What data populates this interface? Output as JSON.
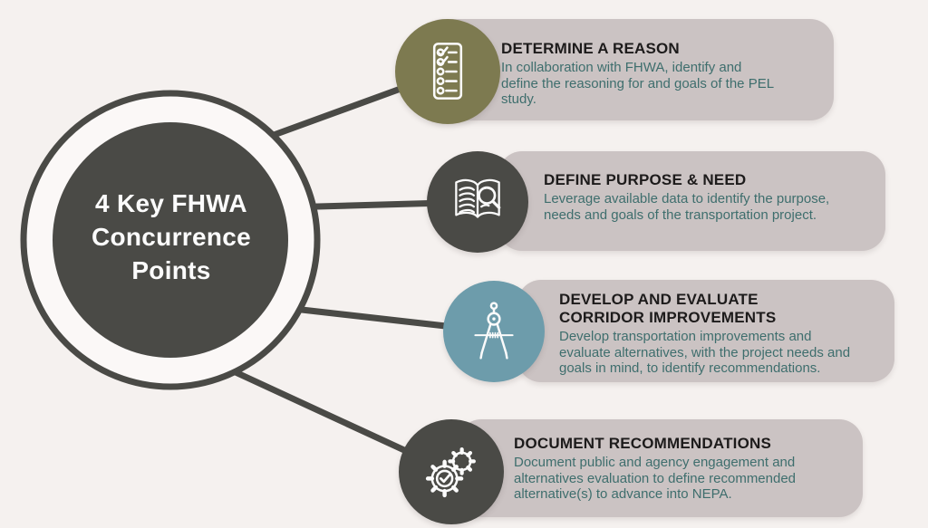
{
  "title": "4 Key FHWA Concurrence Points",
  "center": {
    "label": "4 Key FHWA Concurrence Points"
  },
  "items": [
    {
      "title": "DETERMINE A REASON",
      "description": "In collaboration with FHWA, identify and define the reasoning for and goals of the PEL study.",
      "icon": "checklist-icon",
      "circle_color": "#7d7a50"
    },
    {
      "title": "DEFINE PURPOSE & NEED",
      "description": "Leverage available data to identify the purpose, needs and goals of the transportation project.",
      "icon": "book-magnifier-icon",
      "circle_color": "#4a4a46"
    },
    {
      "title": "DEVELOP AND EVALUATE CORRIDOR IMPROVEMENTS",
      "description": "Develop transportation improvements and evaluate alternatives, with the project needs and goals in mind, to identify recommendations.",
      "icon": "drafting-compass-icon",
      "circle_color": "#6d9cab"
    },
    {
      "title": "DOCUMENT RECOMMENDATIONS",
      "description": "Document public and agency engagement and alternatives evaluation to define recommended alternative(s) to advance into NEPA.",
      "icon": "gears-check-icon",
      "circle_color": "#4a4a46"
    }
  ],
  "colors": {
    "background": "#f5f1ef",
    "dark": "#4a4a46",
    "olive": "#7d7a50",
    "blue": "#6d9cab",
    "card_background": "#cbc3c3",
    "title_text": "#1d1b1b",
    "body_text": "#3e6e6d",
    "center_text": "#fcfcfc"
  }
}
